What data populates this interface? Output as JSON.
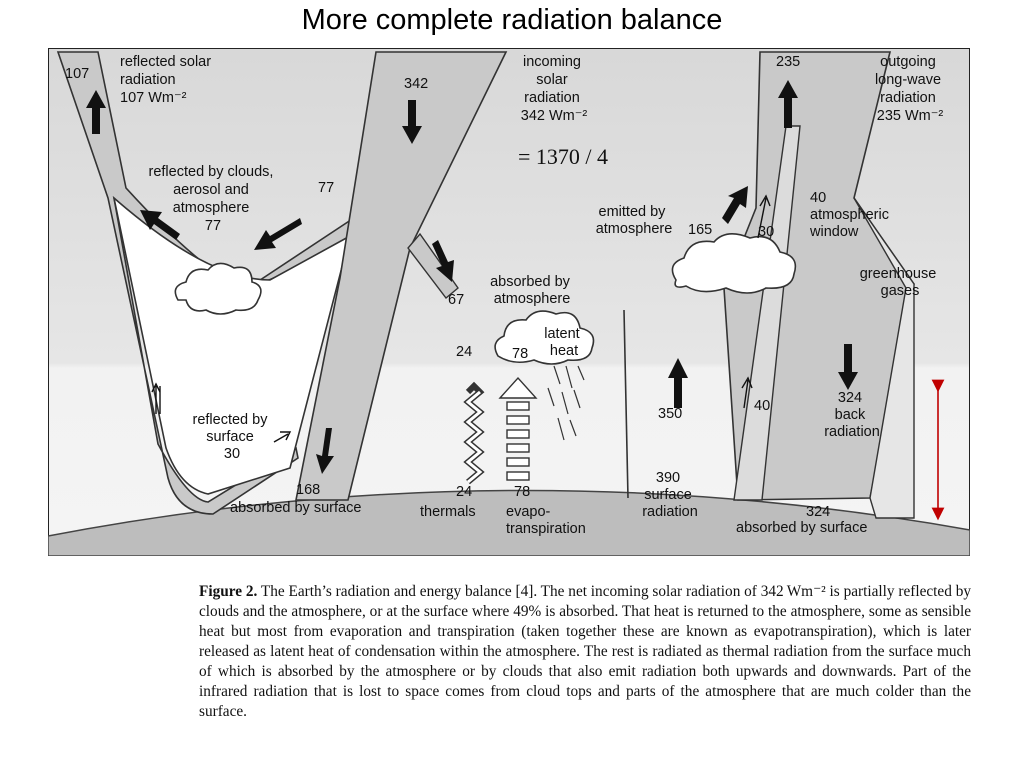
{
  "title": "More complete radiation balance",
  "formula": "= 1370 / 4",
  "labels": {
    "reflected_solar": [
      "reflected solar",
      "radiation",
      "107 Wm⁻²"
    ],
    "incoming_solar": [
      "incoming",
      "solar",
      "radiation",
      "342 Wm⁻²"
    ],
    "outgoing_longwave": [
      "outgoing",
      "long-wave",
      "radiation",
      "235 Wm⁻²"
    ],
    "reflected_clouds": [
      "reflected by clouds,",
      "aerosol and",
      "atmosphere",
      "77"
    ],
    "emitted_atmosphere": [
      "emitted by",
      "atmosphere"
    ],
    "atmospheric_window": [
      "40",
      "atmospheric",
      "window"
    ],
    "absorbed_atmosphere": [
      "absorbed by",
      "atmosphere"
    ],
    "greenhouse": [
      "greenhouse",
      "gases"
    ],
    "latent_heat": [
      "latent",
      "heat"
    ],
    "reflected_surface": [
      "reflected by",
      "surface",
      "30"
    ],
    "back_radiation": [
      "324",
      "back",
      "radiation"
    ],
    "absorbed_surface_left": "absorbed by surface",
    "absorbed_surface_right": "absorbed by surface",
    "thermals": "thermals",
    "evapotranspiration": [
      "evapo-",
      "transpiration"
    ],
    "surface_radiation": [
      "390",
      "surface",
      "radiation"
    ]
  },
  "numbers": {
    "n107": "107",
    "n342": "342",
    "n77": "77",
    "n67": "67",
    "n168": "168",
    "n24_top": "24",
    "n24_bottom": "24",
    "n78_top": "78",
    "n78_bottom": "78",
    "n235": "235",
    "n165": "165",
    "n30_window": "30",
    "n350": "350",
    "n40_low": "40",
    "n324_bottom": "324"
  },
  "caption": {
    "figure_label": "Figure 2.",
    "text": "The Earth’s radiation and energy balance [4]. The net incoming solar radiation of 342 Wm⁻² is partially reflected by clouds and the atmosphere, or at the surface where 49% is absorbed. That heat is returned to the atmosphere, some as sensible heat but most from evaporation and transpiration (taken together these are known as evapotranspiration), which is later released as latent heat of condensation within the atmosphere. The rest is radiated as thermal radiation from the surface much of which is absorbed by the atmosphere or by clouds that also emit radiation both upwards and downwards. Part of the infrared radiation that is lost to space comes from cloud tops and parts of the atmosphere that are much colder than the surface."
  },
  "colors": {
    "band_fill": "#c9c9c9",
    "sky_fill": "#e4e4e4",
    "earth_fill": "#bdbdbd",
    "red_arrow": "#c00000"
  }
}
